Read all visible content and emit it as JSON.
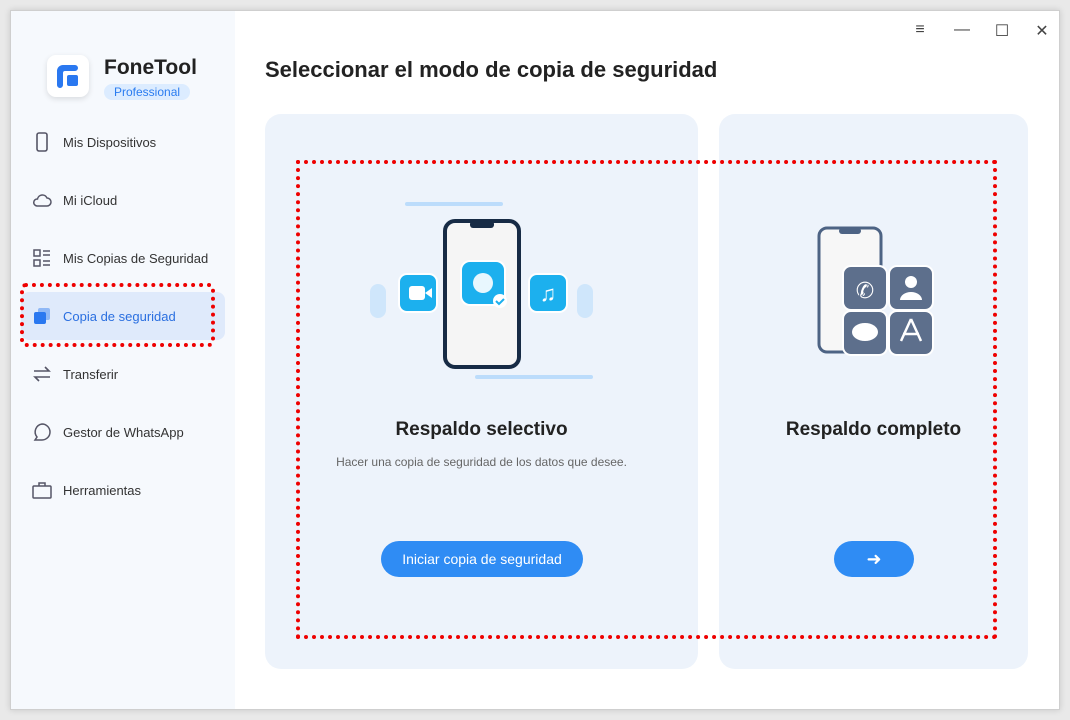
{
  "app": {
    "name": "FoneTool",
    "edition": "Professional"
  },
  "sidebar": {
    "items": [
      {
        "label": "Mis Dispositivos",
        "icon": "phone-icon"
      },
      {
        "label": "Mi iCloud",
        "icon": "cloud-icon"
      },
      {
        "label": "Mis Copias de Seguridad",
        "icon": "list-icon"
      },
      {
        "label": "Copia de seguridad",
        "icon": "backup-icon",
        "active": true
      },
      {
        "label": "Transferir",
        "icon": "transfer-icon"
      },
      {
        "label": "Gestor de WhatsApp",
        "icon": "chat-icon"
      },
      {
        "label": "Herramientas",
        "icon": "toolbox-icon"
      }
    ]
  },
  "window_controls": {
    "menu": "≡",
    "minimize": "—",
    "maximize": "☐",
    "close": "✕"
  },
  "main": {
    "title": "Seleccionar el modo de copia de seguridad",
    "selective": {
      "title": "Respaldo selectivo",
      "description": "Hacer una copia de seguridad de los datos que desee.",
      "button": "Iniciar copia de seguridad"
    },
    "full": {
      "title": "Respaldo completo",
      "button": "➜"
    }
  },
  "colors": {
    "accent": "#2f8cf4",
    "highlight": "#ee0000"
  }
}
